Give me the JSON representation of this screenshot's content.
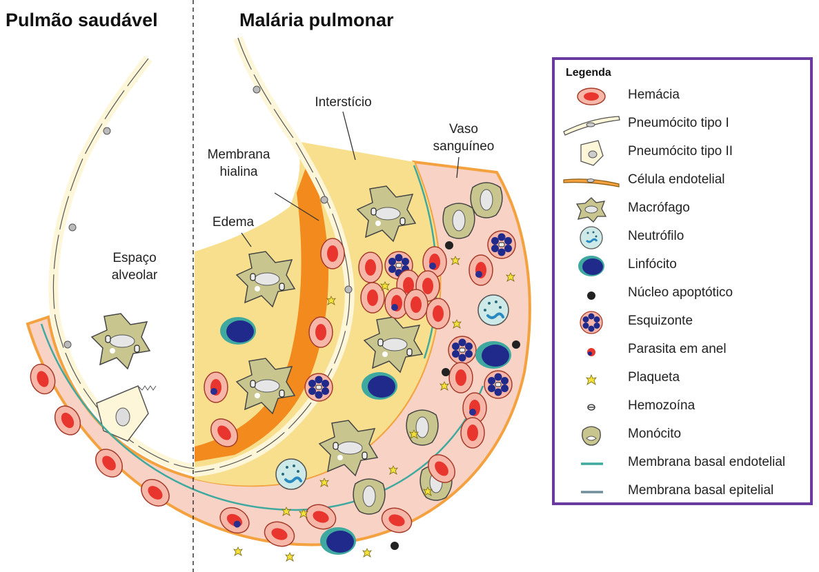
{
  "headings": {
    "left": "Pulmão saudável",
    "right": "Malária pulmonar"
  },
  "labels": {
    "espaco_line1": "Espaço",
    "espaco_line2": "alveolar",
    "intersticio": "Interstício",
    "vaso_line1": "Vaso",
    "vaso_line2": "sanguíneo",
    "membrana_line1": "Membrana",
    "membrana_line2": "hialina",
    "edema": "Edema"
  },
  "legend": {
    "title": "Legenda",
    "items": [
      {
        "icon": "red-blood-cell-icon",
        "label": "Hemácia"
      },
      {
        "icon": "type-1-pneumocyte-icon",
        "label": "Pneumócito tipo I"
      },
      {
        "icon": "type-2-pneumocyte-icon",
        "label": "Pneumócito tipo II"
      },
      {
        "icon": "endothelial-cell-icon",
        "label": "Célula endotelial"
      },
      {
        "icon": "macrophage-icon",
        "label": "Macrófago"
      },
      {
        "icon": "neutrophil-icon",
        "label": "Neutrófilo"
      },
      {
        "icon": "lymphocyte-icon",
        "label": "Linfócito"
      },
      {
        "icon": "apoptotic-nucleus-icon",
        "label": "Núcleo apoptótico"
      },
      {
        "icon": "schizont-icon",
        "label": "Esquizonte"
      },
      {
        "icon": "ring-parasite-icon",
        "label": "Parasita em anel"
      },
      {
        "icon": "platelet-icon",
        "label": "Plaqueta"
      },
      {
        "icon": "hemozoin-icon",
        "label": "Hemozoína"
      },
      {
        "icon": "monocyte-icon",
        "label": "Monócito"
      },
      {
        "icon": "endothelial-basal-membrane-icon",
        "label": "Membrana basal endotelial"
      },
      {
        "icon": "epithelial-basal-membrane-icon",
        "label": "Membrana basal epitelial"
      }
    ]
  },
  "colors": {
    "blood_vessel": "#f8d2c4",
    "endothelium": "#f3a23f",
    "interstitium": "#f7df8e",
    "hyaline_membrane": "#f28a1e",
    "pneumocyte": "#fdf6d8",
    "macrophage": "#c9c58f",
    "red_blood_cell": "#e8352e",
    "lymphocyte_nucleus": "#1f2a8a",
    "endothelial_basal_membrane": "#3fa9a0",
    "epithelial_basal_membrane": "#6f8f9a",
    "legend_border": "#6a3aa0"
  }
}
